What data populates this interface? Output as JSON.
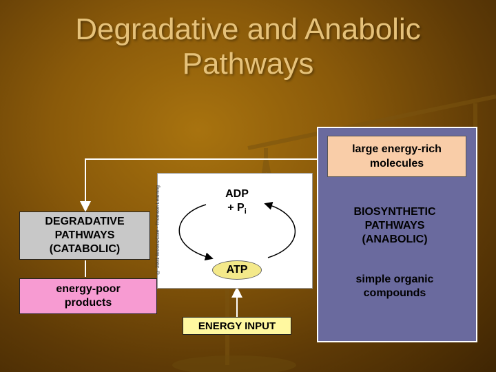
{
  "title_line1": "Degradative and Anabolic",
  "title_line2": "Pathways",
  "large_molecules": "large energy-rich molecules",
  "degradative": "DEGRADATIVE PATHWAYS (CATABOLIC)",
  "energy_poor": "energy-poor products",
  "adp": "ADP",
  "pi": "+ P",
  "pi_sub": "i",
  "atp": "ATP",
  "energy_input": "ENERGY INPUT",
  "biosynthetic": "BIOSYNTHETIC PATHWAYS (ANABOLIC)",
  "simple_organic": "simple organic compounds",
  "credit": "© 2001 Brooks/Cole - Thomson Learning",
  "colors": {
    "gray_box": "#c8c8c8",
    "pink_box": "#f79bd2",
    "peach_box": "#f9cda8",
    "panel": "#6a6a9e",
    "energy_box": "#fff8a0",
    "atp_oval": "#f4e98a"
  }
}
